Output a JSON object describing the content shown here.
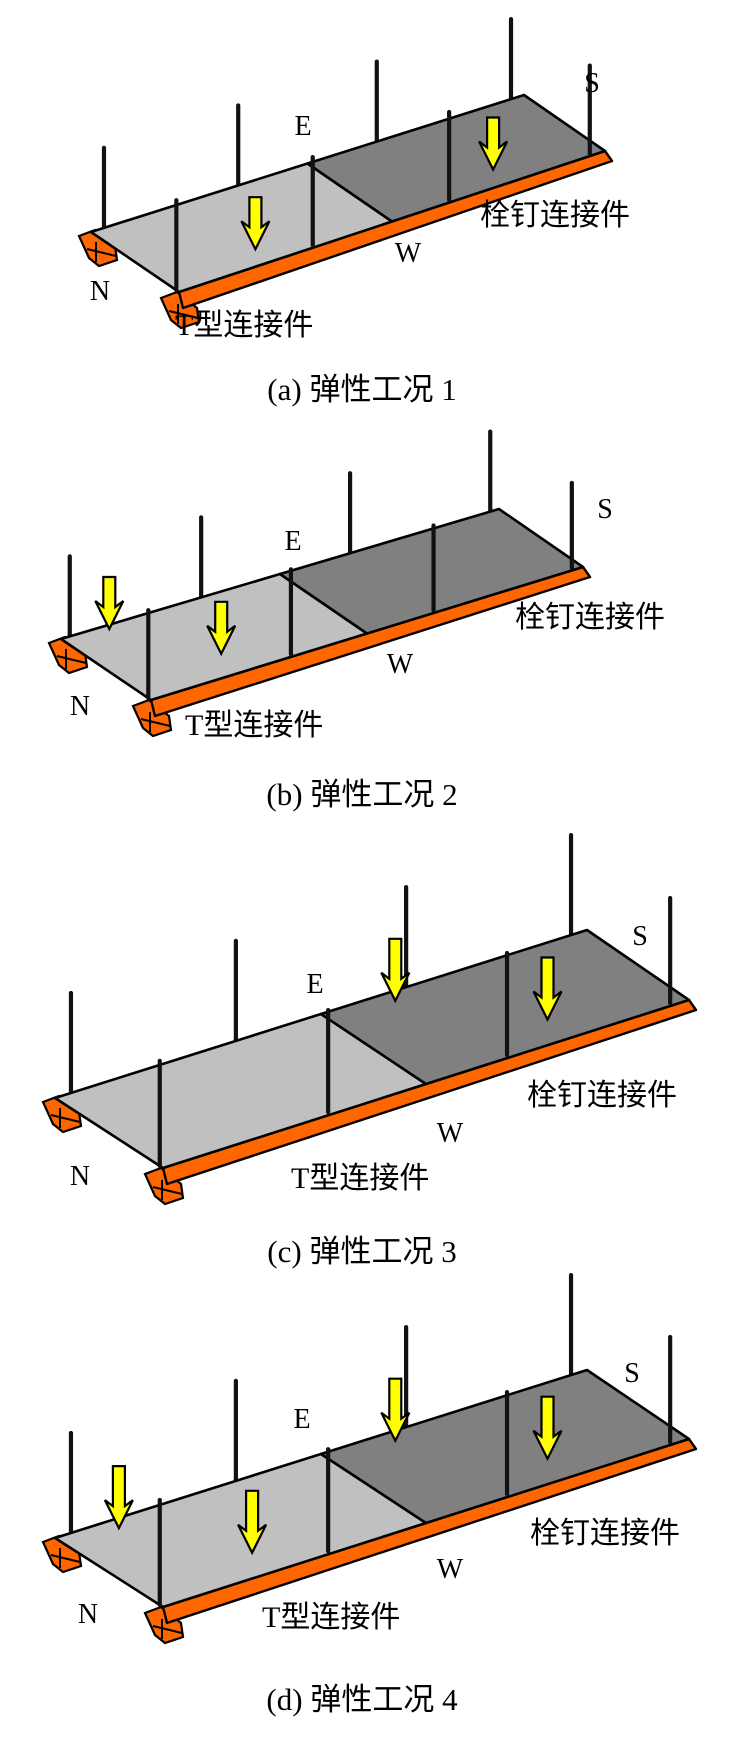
{
  "figure": {
    "colors": {
      "deck_light": "#c0c0c0",
      "deck_dark": "#808080",
      "girder": "#ff6600",
      "load_arrow": "#ffff00",
      "line": "#000000"
    },
    "panels": [
      {
        "id": "a",
        "caption": "(a)  弹性工况 1",
        "labels": {
          "north": "N",
          "south": "S",
          "east": "E",
          "west": "W",
          "t_connector": "T型连接件",
          "stud_connector": "栓钉连接件"
        },
        "load_arrow_count": 2
      },
      {
        "id": "b",
        "caption": "(b)  弹性工况 2",
        "labels": {
          "north": "N",
          "south": "S",
          "east": "E",
          "west": "W",
          "t_connector": "T型连接件",
          "stud_connector": "栓钉连接件"
        },
        "load_arrow_count": 2
      },
      {
        "id": "c",
        "caption": "(c)  弹性工况 3",
        "labels": {
          "north": "N",
          "south": "S",
          "east": "E",
          "west": "W",
          "t_connector": "T型连接件",
          "stud_connector": "栓钉连接件"
        },
        "load_arrow_count": 2
      },
      {
        "id": "d",
        "caption": "(d)  弹性工况 4",
        "labels": {
          "north": "N",
          "south": "S",
          "east": "E",
          "west": "W",
          "t_connector": "T型连接件",
          "stud_connector": "栓钉连接件"
        },
        "load_arrow_count": 4
      }
    ]
  }
}
